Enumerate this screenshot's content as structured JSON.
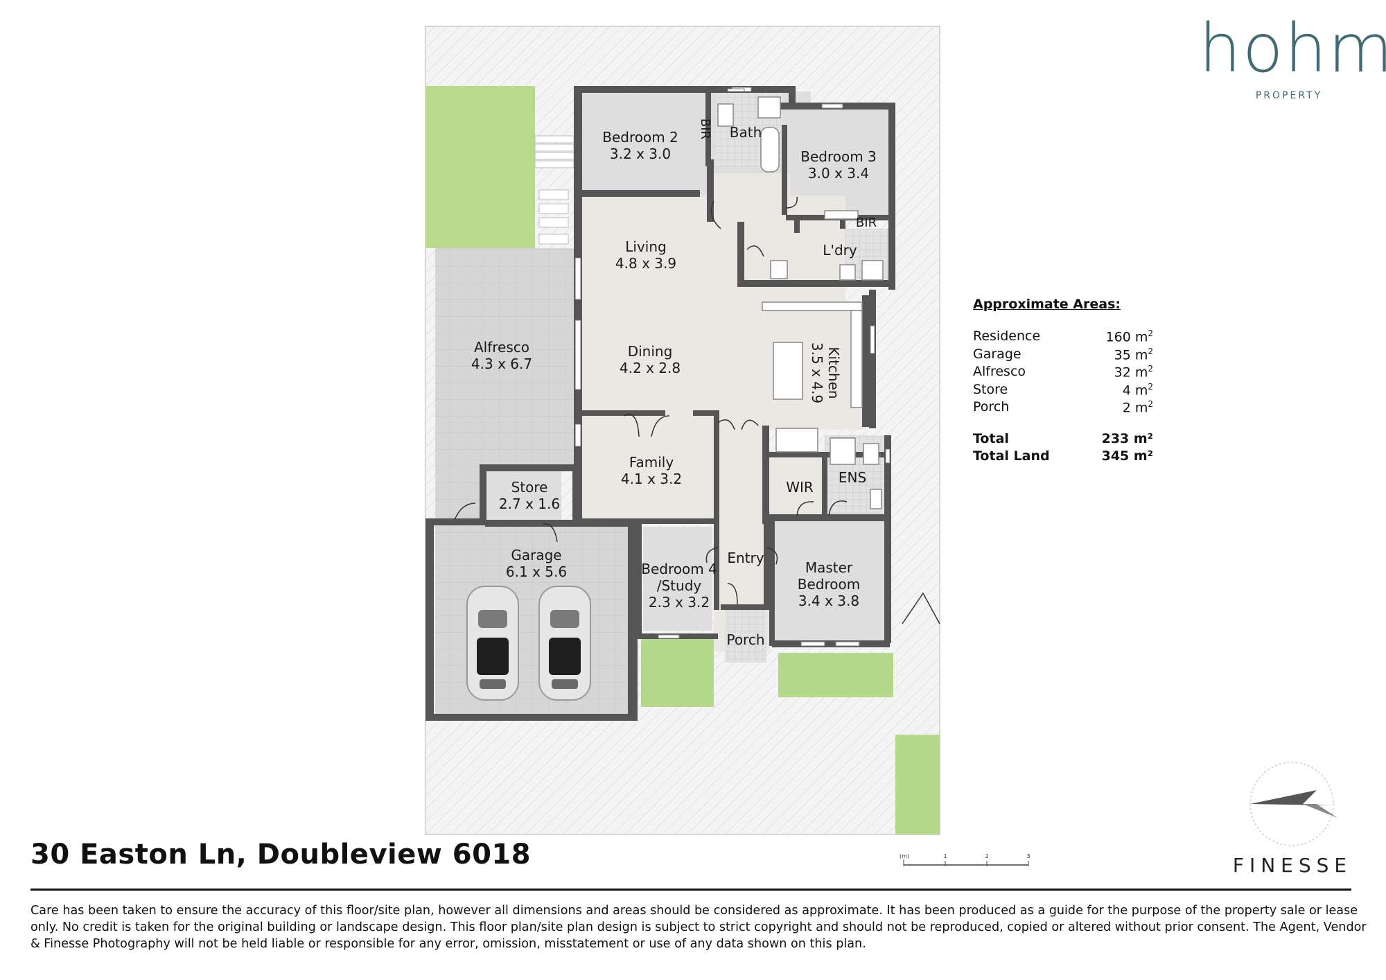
{
  "brand": {
    "name": "hohm",
    "tagline": "PROPERTY"
  },
  "photographer": "FINESSE",
  "address": "30 Easton Ln, Doubleview 6018",
  "rooms": [
    {
      "name": "Bedroom 2",
      "dims": "3.2 x 3.0"
    },
    {
      "name": "BIR",
      "dims": ""
    },
    {
      "name": "Bath",
      "dims": ""
    },
    {
      "name": "Bedroom 3",
      "dims": "3.0 x 3.4"
    },
    {
      "name": "BIR",
      "dims": ""
    },
    {
      "name": "L'dry",
      "dims": ""
    },
    {
      "name": "Living",
      "dims": "4.8 x 3.9"
    },
    {
      "name": "Alfresco",
      "dims": "4.3 x 6.7"
    },
    {
      "name": "Dining",
      "dims": "4.2 x 2.8"
    },
    {
      "name": "Kitchen",
      "dims": "3.5 x 4.9"
    },
    {
      "name": "Family",
      "dims": "4.1 x 3.2"
    },
    {
      "name": "Store",
      "dims": "2.7 x 1.6"
    },
    {
      "name": "WIR",
      "dims": ""
    },
    {
      "name": "ENS",
      "dims": ""
    },
    {
      "name": "Garage",
      "dims": "6.1 x 5.6"
    },
    {
      "name": "Bedroom 4",
      "dims": "/Study"
    },
    {
      "name": "Entry",
      "dims": ""
    },
    {
      "name": "Master",
      "dims": "Bedroom"
    },
    {
      "name": "Porch",
      "dims": ""
    }
  ],
  "room_extra": {
    "bed4_dims": "2.3 x 3.2",
    "master_dims": "3.4 x 3.8"
  },
  "areas": {
    "title": "Approximate Areas:",
    "unit": "m",
    "items": [
      {
        "label": "Residence",
        "value": "160"
      },
      {
        "label": "Garage",
        "value": "35"
      },
      {
        "label": "Alfresco",
        "value": "32"
      },
      {
        "label": "Store",
        "value": "4"
      },
      {
        "label": "Porch",
        "value": "2"
      }
    ],
    "totals": [
      {
        "label": "Total",
        "value": "233 m²"
      },
      {
        "label": "Total Land",
        "value": "345 m²"
      }
    ]
  },
  "scale": {
    "unit": "(m)",
    "ticks": [
      "1",
      "2",
      "3"
    ]
  },
  "disclaimer": "Care has been taken to ensure the accuracy of this floor/site plan, however all dimensions and areas should be considered as approximate. It has been produced as a guide for the purpose of the property sale or lease only. No credit is taken for the original building or landscape design. This floor plan/site plan design is subject to strict copyright and should not be reproduced, copied or altered without prior consent. The Agent, Vendor & Finesse Photography will not be held liable or responsible for any error, omission, misstatement or use of any data shown on this plan.",
  "colors": {
    "wall": "#555555",
    "floor": "#ebe8e4",
    "bedroom": "#dcdcdc",
    "tile": "#d3d3d3",
    "lawn": "#b5d98a",
    "paving": "#f2f2f2",
    "brand": "#3f6b75"
  }
}
